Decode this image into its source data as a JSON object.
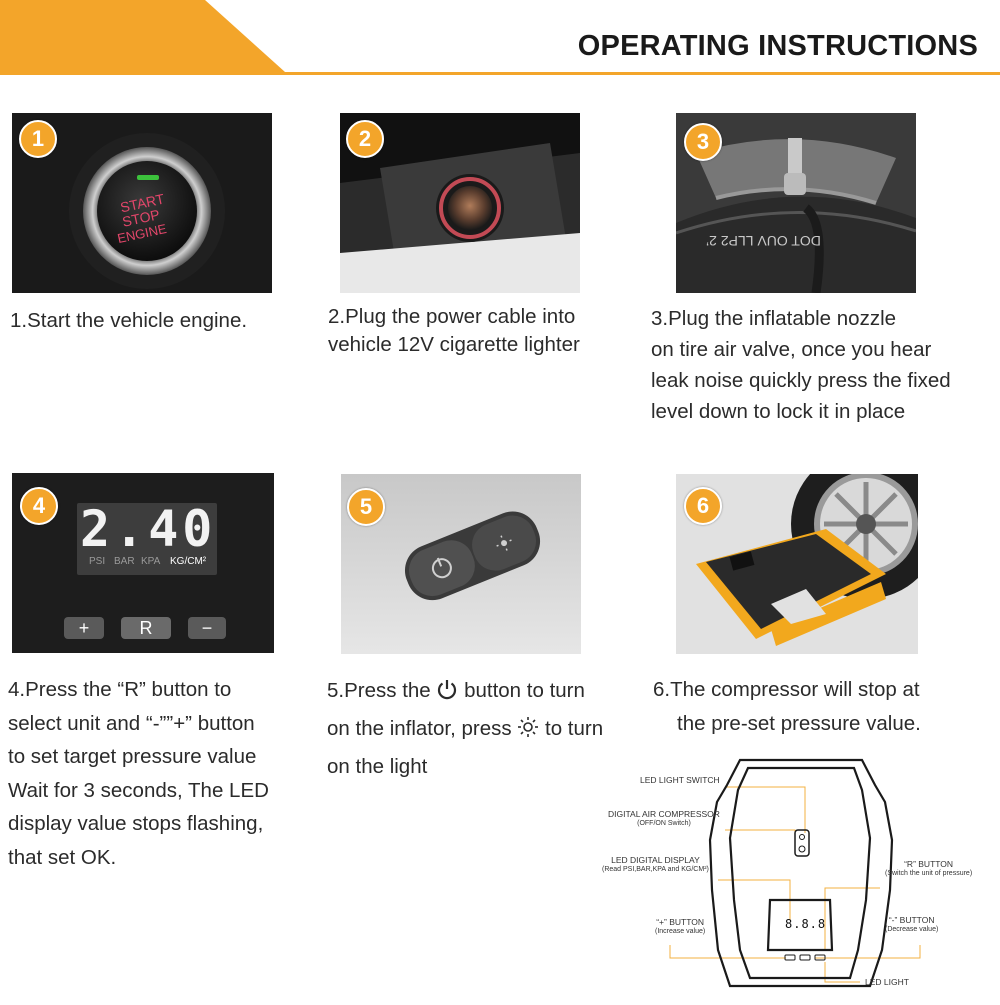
{
  "header": {
    "title": "OPERATING INSTRUCTIONS"
  },
  "steps": [
    {
      "number": "1",
      "lines": [
        "1.Start the vehicle engine."
      ],
      "photo_text": [
        "START",
        "STOP",
        "ENGINE"
      ]
    },
    {
      "number": "2",
      "lines": [
        "2.Plug the power cable into",
        "vehicle 12V cigarette lighter"
      ]
    },
    {
      "number": "3",
      "lines": [
        "3.Plug the inflatable nozzle",
        "on tire air valve, once you hear",
        "leak noise quickly press the fixed",
        "level down to lock it in place"
      ],
      "photo_text": "DOT OUV LLP2 2’"
    },
    {
      "number": "4",
      "lines": [
        "4.Press the “R” button to",
        "select unit and “-””+” button",
        "to set target pressure value",
        "Wait for 3 seconds, The LED",
        "display value stops flashing,",
        "that set OK."
      ],
      "display": {
        "value": "2.40",
        "units": [
          "PSI",
          "BAR",
          "KPA",
          "KG/CM²"
        ],
        "active_unit": "KG/CM²",
        "keys": [
          "+",
          "R",
          "−"
        ]
      }
    },
    {
      "number": "5",
      "lines_parts": [
        [
          "5.Press the ",
          "power-icon",
          " button to turn"
        ],
        [
          "on the inflator, press ",
          "sun-icon",
          " to turn"
        ],
        [
          "on the light"
        ]
      ]
    },
    {
      "number": "6",
      "lines": [
        "6.The compressor will stop at",
        "the pre-set pressure value."
      ]
    }
  ],
  "diagram": {
    "labels": {
      "led_light_switch": "LED LIGHT SWITCH",
      "air_compressor": "DIGITAL AIR COMPRESSOR",
      "air_compressor_sub": "(OFF/ON Switch)",
      "led_display": "LED DIGITAL DISPLAY",
      "led_display_sub": "(Read PSI,BAR,KPA and KG/CM²)",
      "r_button": "“R” BUTTON",
      "r_button_sub": "(Switch the unit of pressure)",
      "plus_button": "“+” BUTTON",
      "plus_button_sub": "(Increase value)",
      "minus_button": "“-” BUTTON",
      "minus_button_sub": "(Decrease value)",
      "led_light": "LED LIGHT"
    },
    "display_value": "8.8.8"
  },
  "colors": {
    "accent": "#f3a52a",
    "text": "#2b2b2b",
    "panel_dark": "#1d1d1d"
  }
}
